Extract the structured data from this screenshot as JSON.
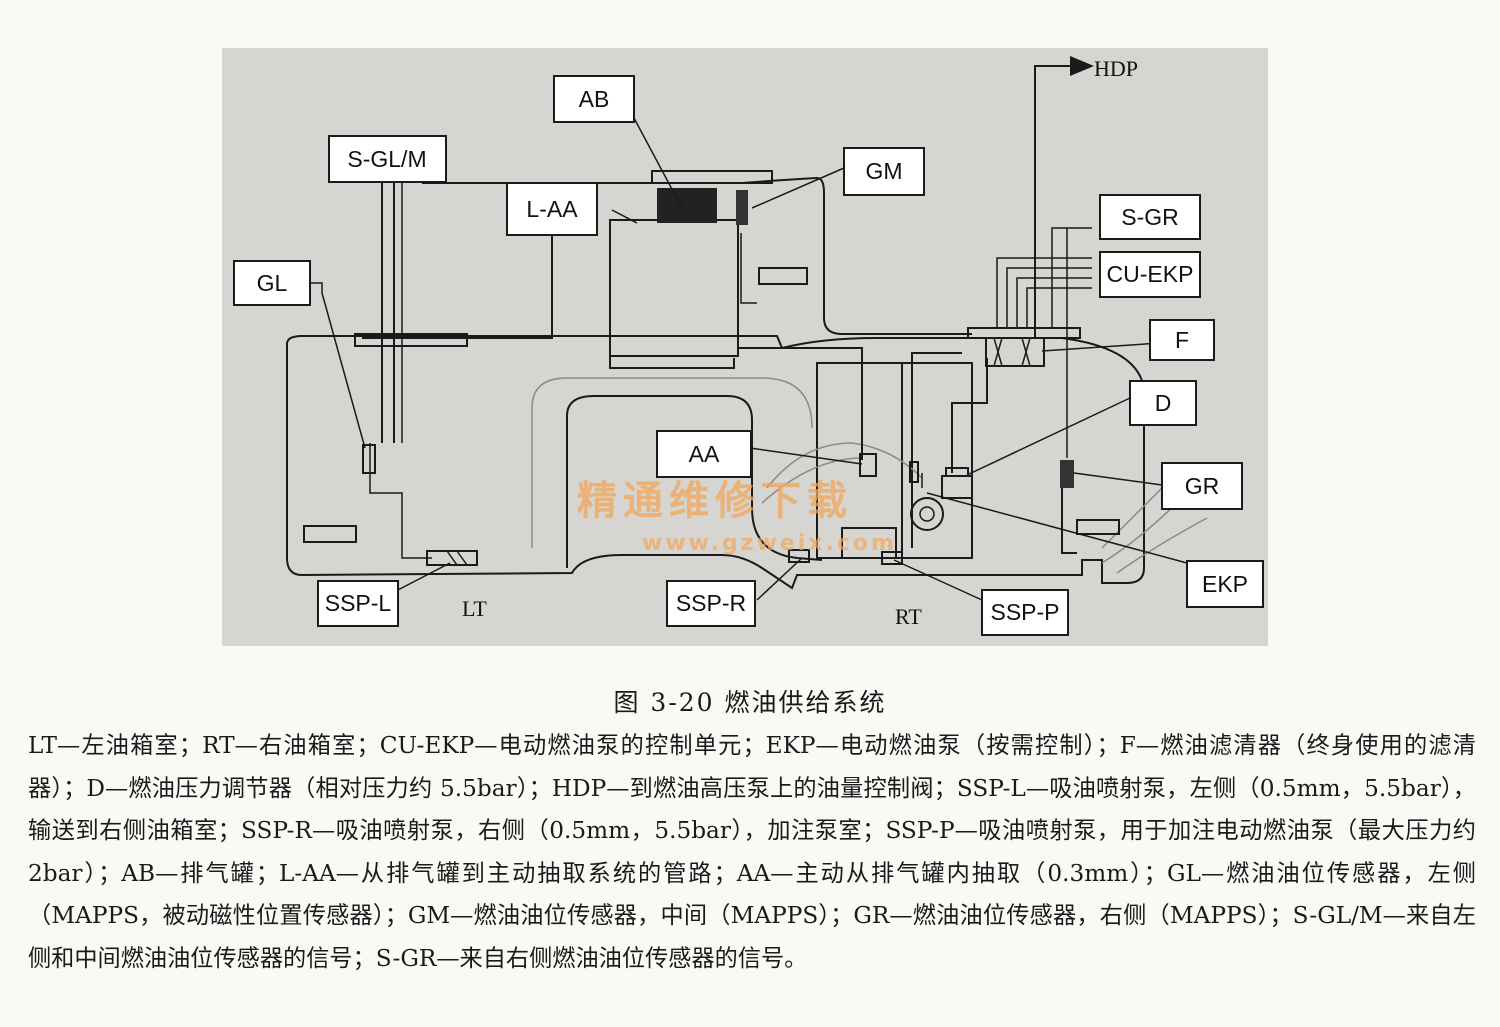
{
  "diagram": {
    "labels": {
      "ab": "AB",
      "sglm": "S-GL/M",
      "laa": "L-AA",
      "gm": "GM",
      "gl": "GL",
      "hdp": "HDP",
      "sgr": "S-GR",
      "cuekp": "CU-EKP",
      "f": "F",
      "d": "D",
      "aa": "AA",
      "gr": "GR",
      "ekp": "EKP",
      "sspl": "SSP-L",
      "lt": "LT",
      "sspr": "SSP-R",
      "rt": "RT",
      "sspp": "SSP-P"
    },
    "watermark": {
      "line1": "精通维修下载",
      "line2": "www.gzweix.com"
    }
  },
  "caption": "图 3-20   燃油供给系统",
  "legend": "LT—左油箱室；RT—右油箱室；CU-EKP—电动燃油泵的控制单元；EKP—电动燃油泵（按需控制）；F—燃油滤清器（终身使用的滤清器）；D—燃油压力调节器（相对压力约 5.5bar）；HDP—到燃油高压泵上的油量控制阀；SSP-L—吸油喷射泵，左侧（0.5mm，5.5bar），输送到右侧油箱室；SSP-R—吸油喷射泵，右侧（0.5mm，5.5bar），加注泵室；SSP-P—吸油喷射泵，用于加注电动燃油泵（最大压力约 2bar）；AB—排气罐；L-AA—从排气罐到主动抽取系统的管路；AA—主动从排气罐内抽取（0.3mm）；GL—燃油油位传感器，左侧（MAPPS，被动磁性位置传感器）；GM—燃油油位传感器，中间（MAPPS）；GR—燃油油位传感器，右侧（MAPPS）；S-GL/M—来自左侧和中间燃油油位传感器的信号；S-GR—来自右侧燃油油位传感器的信号。"
}
